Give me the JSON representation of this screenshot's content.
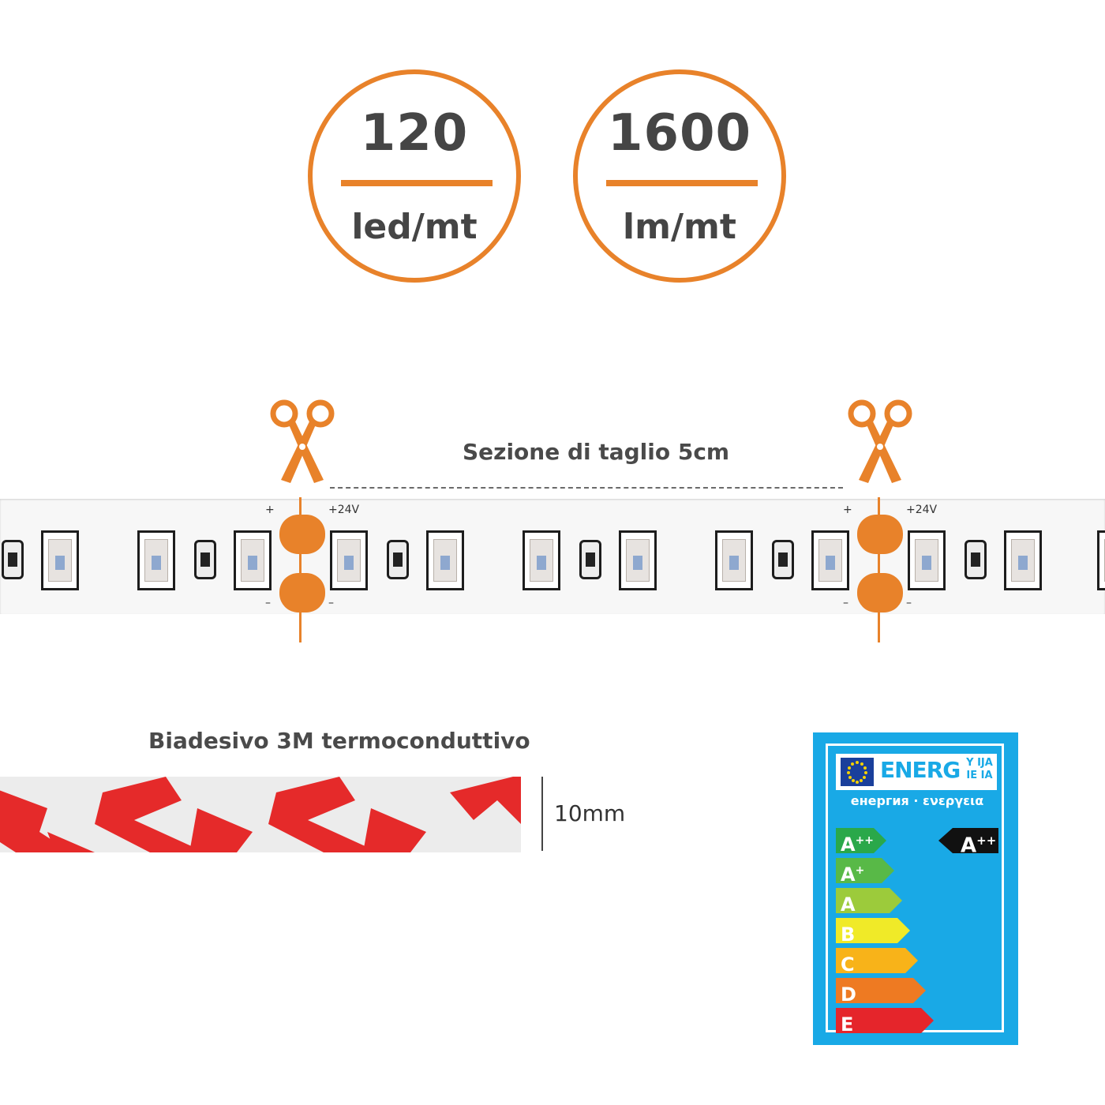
{
  "badges": [
    {
      "value": "120",
      "unit": "led/mt"
    },
    {
      "value": "1600",
      "unit": "lm/mt"
    }
  ],
  "cut_section_label": "Sezione di taglio 5cm",
  "strip": {
    "voltage_label": "+24V",
    "plus_label": "+",
    "minus_label": "–"
  },
  "tape": {
    "label": "Biadesivo 3M termoconduttivo",
    "width_label": "10mm",
    "print_color": "#e52a2a"
  },
  "energy_label": {
    "energ": "ENERG",
    "energ_suffix": "Y IJA IE IA",
    "subtitle": "енергия · ενεργεια",
    "classes": [
      {
        "letter": "A",
        "sup": "++",
        "color": "#2aa84a"
      },
      {
        "letter": "A",
        "sup": "+",
        "color": "#58b947"
      },
      {
        "letter": "A",
        "sup": "",
        "color": "#9ccb3b"
      },
      {
        "letter": "B",
        "sup": "",
        "color": "#f0ea28"
      },
      {
        "letter": "C",
        "sup": "",
        "color": "#f8b319"
      },
      {
        "letter": "D",
        "sup": "",
        "color": "#ee7a22"
      },
      {
        "letter": "E",
        "sup": "",
        "color": "#e5252b"
      }
    ],
    "rating": {
      "letter": "A",
      "sup": "++"
    }
  },
  "colors": {
    "accent": "#e8822a",
    "label_bg": "#19a9e6"
  }
}
